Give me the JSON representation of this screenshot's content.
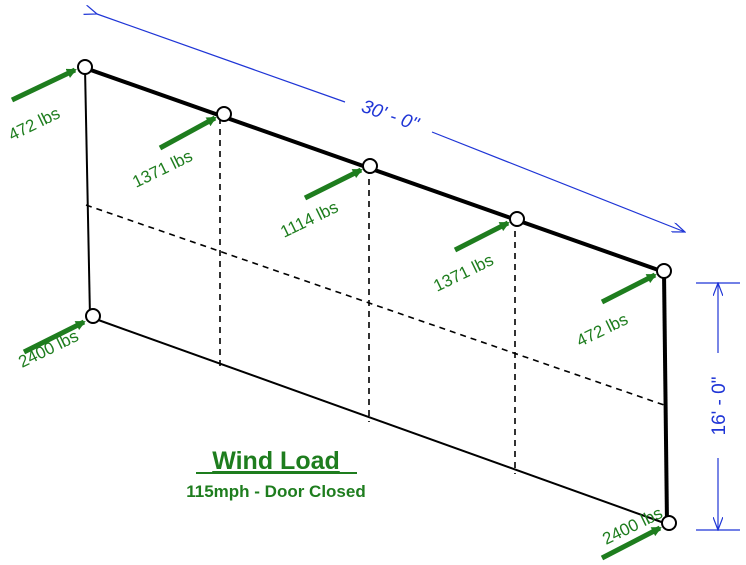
{
  "diagram": {
    "title": "Wind Load",
    "subtitle": "115mph - Door Closed",
    "dimensions": {
      "width": "30' - 0\"",
      "height": "16' - 0\""
    },
    "loads": {
      "top_left": "472 lbs",
      "top_2": "1371 lbs",
      "top_3": "1114 lbs",
      "top_4": "1371 lbs",
      "top_right": "472 lbs",
      "bottom_left": "2400 lbs",
      "bottom_right": "2400 lbs"
    },
    "colors": {
      "load": "#1e7d1e",
      "dimension": "#1f35d6",
      "frame": "#000000"
    }
  }
}
